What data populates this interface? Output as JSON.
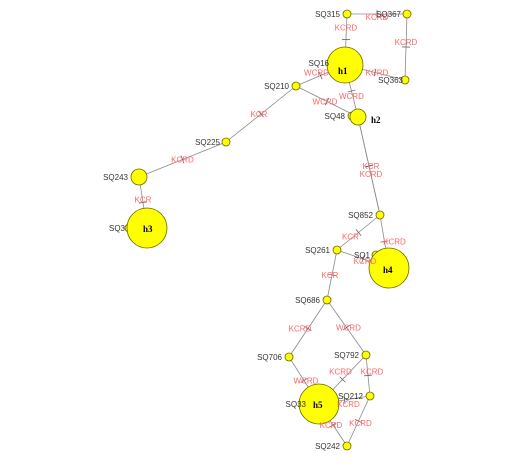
{
  "colors": {
    "node_fill": "#ffff00",
    "node_stroke": "#666600",
    "edge": "#8a8a8a",
    "edge_label": "#ff6666",
    "node_label": "#333333"
  },
  "nodes": [
    {
      "id": "SQ315",
      "label": "SQ315",
      "kind": "small"
    },
    {
      "id": "SQ367",
      "label": "SQ367",
      "kind": "small"
    },
    {
      "id": "SQ16",
      "label": "SQ16",
      "kind": "small"
    },
    {
      "id": "SQ363",
      "label": "SQ363",
      "kind": "small"
    },
    {
      "id": "SQ210",
      "label": "SQ210",
      "kind": "small"
    },
    {
      "id": "SQ48",
      "label": "SQ48",
      "kind": "small"
    },
    {
      "id": "SQ225",
      "label": "SQ225",
      "kind": "small"
    },
    {
      "id": "SQ243",
      "label": "SQ243",
      "kind": "medium"
    },
    {
      "id": "SQ3",
      "label": "SQ3",
      "kind": "small"
    },
    {
      "id": "SQ852",
      "label": "SQ852",
      "kind": "small"
    },
    {
      "id": "SQ261",
      "label": "SQ261",
      "kind": "small"
    },
    {
      "id": "SQ1",
      "label": "SQ1",
      "kind": "small"
    },
    {
      "id": "SQ686",
      "label": "SQ686",
      "kind": "small"
    },
    {
      "id": "SQ706",
      "label": "SQ706",
      "kind": "small"
    },
    {
      "id": "SQ792",
      "label": "SQ792",
      "kind": "small"
    },
    {
      "id": "SQ212",
      "label": "SQ212",
      "kind": "small"
    },
    {
      "id": "SQ33",
      "label": "SQ33",
      "kind": "small"
    },
    {
      "id": "SQ242",
      "label": "SQ242",
      "kind": "small"
    }
  ],
  "hubs": [
    {
      "id": "h1",
      "label": "h1"
    },
    {
      "id": "h2",
      "label": "h2"
    },
    {
      "id": "h3",
      "label": "h3"
    },
    {
      "id": "h4",
      "label": "h4"
    },
    {
      "id": "h5",
      "label": "h5"
    }
  ],
  "edges": [
    {
      "from": "SQ315",
      "to": "SQ367",
      "label": "KCRD"
    },
    {
      "from": "SQ367",
      "to": "SQ363",
      "label": "KCRD"
    },
    {
      "from": "SQ315",
      "to": "h1",
      "label": "KCRD"
    },
    {
      "from": "h1",
      "to": "SQ363",
      "label": "KCRD"
    },
    {
      "from": "SQ210",
      "to": "h1",
      "label": "WCRD"
    },
    {
      "from": "h1",
      "to": "h2",
      "label": "WCRD"
    },
    {
      "from": "SQ210",
      "to": "h2",
      "label": "WCRD"
    },
    {
      "from": "SQ210",
      "to": "SQ225",
      "label": "KCR"
    },
    {
      "from": "SQ225",
      "to": "SQ243",
      "label": "KCRD"
    },
    {
      "from": "SQ243",
      "to": "h3",
      "label": "KCR"
    },
    {
      "from": "h2",
      "to": "SQ852",
      "label": "KCR"
    },
    {
      "from": "h2",
      "to": "SQ852",
      "label": "KCRD"
    },
    {
      "from": "SQ852",
      "to": "SQ261",
      "label": "KCR"
    },
    {
      "from": "SQ852",
      "to": "h4",
      "label": "KCRD"
    },
    {
      "from": "SQ261",
      "to": "h4",
      "label": "KCRD"
    },
    {
      "from": "SQ261",
      "to": "SQ686",
      "label": "KCR"
    },
    {
      "from": "SQ686",
      "to": "SQ706",
      "label": "KCRD"
    },
    {
      "from": "SQ686",
      "to": "SQ792",
      "label": "WCRD"
    },
    {
      "from": "SQ706",
      "to": "h5",
      "label": "WCRD"
    },
    {
      "from": "SQ792",
      "to": "h5",
      "label": "KCRD"
    },
    {
      "from": "SQ792",
      "to": "SQ212",
      "label": "KCRD"
    },
    {
      "from": "h5",
      "to": "SQ212",
      "label": "KCRD"
    },
    {
      "from": "h5",
      "to": "SQ242",
      "label": "KCRD"
    },
    {
      "from": "SQ212",
      "to": "SQ242",
      "label": "KCRD"
    }
  ]
}
